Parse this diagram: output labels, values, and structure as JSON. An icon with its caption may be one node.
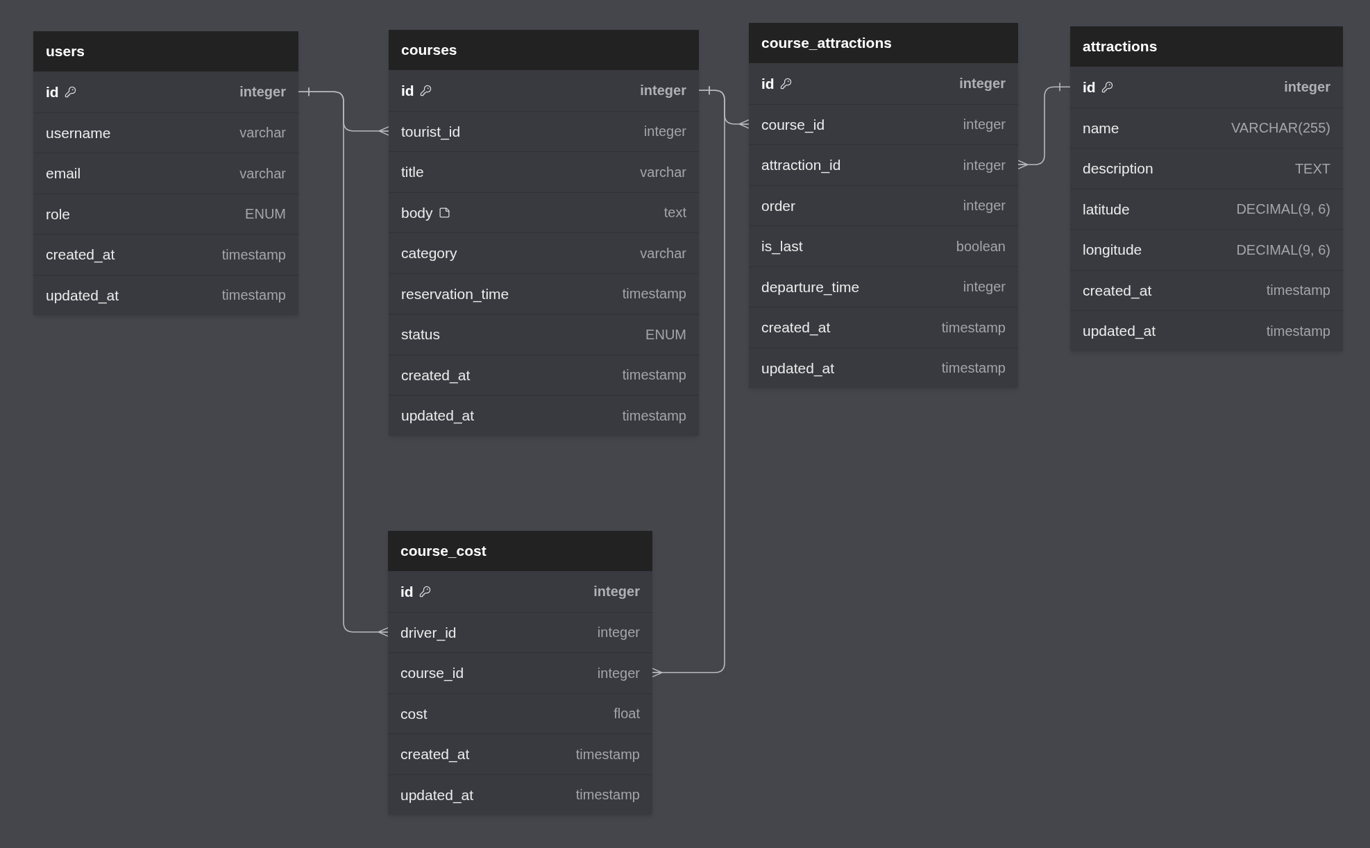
{
  "diagram": {
    "nodes": [
      {
        "text": [
          "users"
        ]
      },
      {
        "text": [
          "id",
          "integer"
        ],
        "in": 0
      },
      {
        "text": [
          "username",
          "varchar"
        ],
        "in": 0
      },
      {
        "text": [
          "email",
          "varchar"
        ],
        "in": 0
      },
      {
        "text": [
          "role",
          "ENUM"
        ],
        "in": 0
      },
      {
        "text": [
          "created_at",
          "timestamp"
        ],
        "in": 0
      },
      {
        "text": [
          "updated_at",
          "timestamp"
        ],
        "in": 0
      },
      {
        "text": [
          "courses"
        ]
      },
      {
        "text": [
          "id",
          "integer"
        ],
        "in": 7
      },
      {
        "text": [
          "tourist_id",
          "integer"
        ],
        "in": 7
      },
      {
        "text": [
          "title",
          "varchar"
        ],
        "in": 7
      },
      {
        "text": [
          "body",
          "text"
        ],
        "in": 7
      },
      {
        "text": [
          "category",
          "varchar"
        ],
        "in": 7
      },
      {
        "text": [
          "reservation_time",
          "timestamp"
        ],
        "in": 7
      },
      {
        "text": [
          "status",
          "ENUM"
        ],
        "in": 7
      },
      {
        "text": [
          "created_at",
          "timestamp"
        ],
        "in": 7
      },
      {
        "text": [
          "updated_at",
          "timestamp"
        ],
        "in": 7
      },
      {
        "text": [
          "course_attractions"
        ]
      },
      {
        "text": [
          "id",
          "integer"
        ],
        "in": 17
      },
      {
        "text": [
          "course_id",
          "integer"
        ],
        "in": 17
      },
      {
        "text": [
          "attraction_id",
          "integer"
        ],
        "in": 17
      },
      {
        "text": [
          "order",
          "integer"
        ],
        "in": 17
      },
      {
        "text": [
          "is_last",
          "boolean"
        ],
        "in": 17
      },
      {
        "text": [
          "departure_time",
          "integer"
        ],
        "in": 17
      },
      {
        "text": [
          "created_at",
          "timestamp"
        ],
        "in": 17
      },
      {
        "text": [
          "updated_at",
          "timestamp"
        ],
        "in": 17
      },
      {
        "text": [
          "attractions"
        ]
      },
      {
        "text": [
          "id",
          "integer"
        ],
        "in": 26
      },
      {
        "text": [
          "name",
          "VARCHAR(255)"
        ],
        "in": 26
      },
      {
        "text": [
          "description",
          "TEXT"
        ],
        "in": 26
      },
      {
        "text": [
          "latitude",
          "DECIMAL(9, 6)"
        ],
        "in": 26
      },
      {
        "text": [
          "longitude",
          "DECIMAL(9, 6)"
        ],
        "in": 26
      },
      {
        "text": [
          "created_at",
          "timestamp"
        ],
        "in": 26
      },
      {
        "text": [
          "updated_at",
          "timestamp"
        ],
        "in": 26
      },
      {
        "text": [
          "course_cost"
        ]
      },
      {
        "text": [
          "id",
          "integer"
        ],
        "in": 34
      },
      {
        "text": [
          "driver_id",
          "integer"
        ],
        "in": 34
      },
      {
        "text": [
          "course_id",
          "integer"
        ],
        "in": 34
      },
      {
        "text": [
          "cost",
          "float"
        ],
        "in": 34
      },
      {
        "text": [
          "created_at",
          "timestamp"
        ],
        "in": 34
      },
      {
        "text": [
          "updated_at",
          "timestamp"
        ],
        "in": 34
      }
    ],
    "edges": [
      {
        "from": 1,
        "to": 9,
        "arrow": "other"
      },
      {
        "from": 1,
        "to": 36,
        "arrow": "other"
      },
      {
        "from": 8,
        "to": 19,
        "arrow": "other"
      },
      {
        "from": 8,
        "to": 37,
        "arrow": "other"
      },
      {
        "from": 27,
        "to": 20,
        "arrow": "other"
      }
    ]
  }
}
